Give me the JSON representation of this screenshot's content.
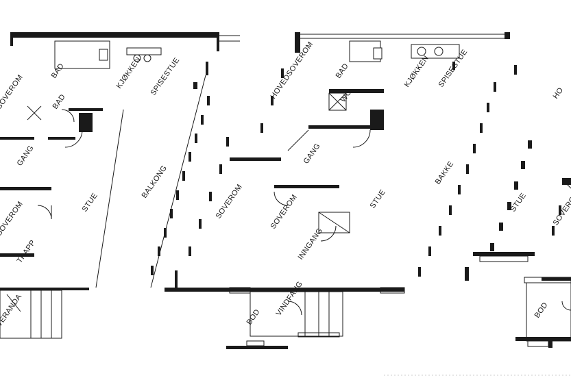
{
  "rooms": {
    "bad_top": "BAD",
    "kjokken_left": "KJØKKEN",
    "spisestue_left": "SPISESTUE",
    "sov_left": "SOVEROM",
    "bad_mid": "BAD",
    "gang_left": "GANG",
    "balkong": "BALKONG",
    "stue_left": "STUE",
    "sov_left2": "SOVEROM",
    "trapp_left": "TRAPP",
    "veranda": "VERANDA",
    "bad_center": "BAD",
    "kjokken_center": "KJØKKEN",
    "spisestue_center": "SPISESTUE",
    "hovedsov": "HOVEDSOVEROM",
    "wc": "WC",
    "gang_center": "GANG",
    "bakke": "BAKKE",
    "stue_center": "STUE",
    "sov_center": "SOVEROM",
    "sov_center2": "SOVEROM",
    "inngang": "INNGANG",
    "bod_center": "BOD",
    "vindfang": "VINDFANG",
    "hovedsov_right": "HO",
    "stue_right": "STUE",
    "sov_right": "SOVEROM",
    "bod_right": "BOD"
  }
}
